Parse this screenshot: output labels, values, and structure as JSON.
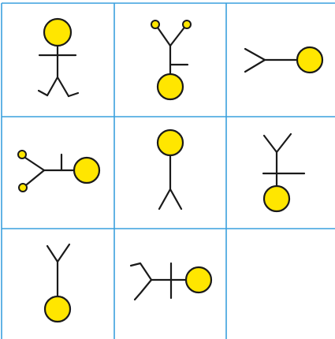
{
  "colors": {
    "grid": "#3aa0de",
    "head": "#ffe600",
    "stroke": "#1a1a1a",
    "background": "#ffffff"
  },
  "grid": {
    "rows": 3,
    "cols": 3
  },
  "cells": [
    {
      "row": 1,
      "col": 1,
      "figure": "stick-figure-upright"
    },
    {
      "row": 1,
      "col": 2,
      "figure": "stick-figure-upside-down-with-knobs"
    },
    {
      "row": 1,
      "col": 3,
      "figure": "stick-figure-sideways-simple"
    },
    {
      "row": 2,
      "col": 1,
      "figure": "stick-figure-sideways-with-knobs"
    },
    {
      "row": 2,
      "col": 2,
      "figure": "stick-figure-upright-no-arms"
    },
    {
      "row": 2,
      "col": 3,
      "figure": "stick-figure-upside-down"
    },
    {
      "row": 3,
      "col": 1,
      "figure": "stick-figure-upside-down-no-arms"
    },
    {
      "row": 3,
      "col": 2,
      "figure": "stick-figure-sideways"
    },
    {
      "row": 3,
      "col": 3,
      "figure": "empty-cell"
    }
  ]
}
